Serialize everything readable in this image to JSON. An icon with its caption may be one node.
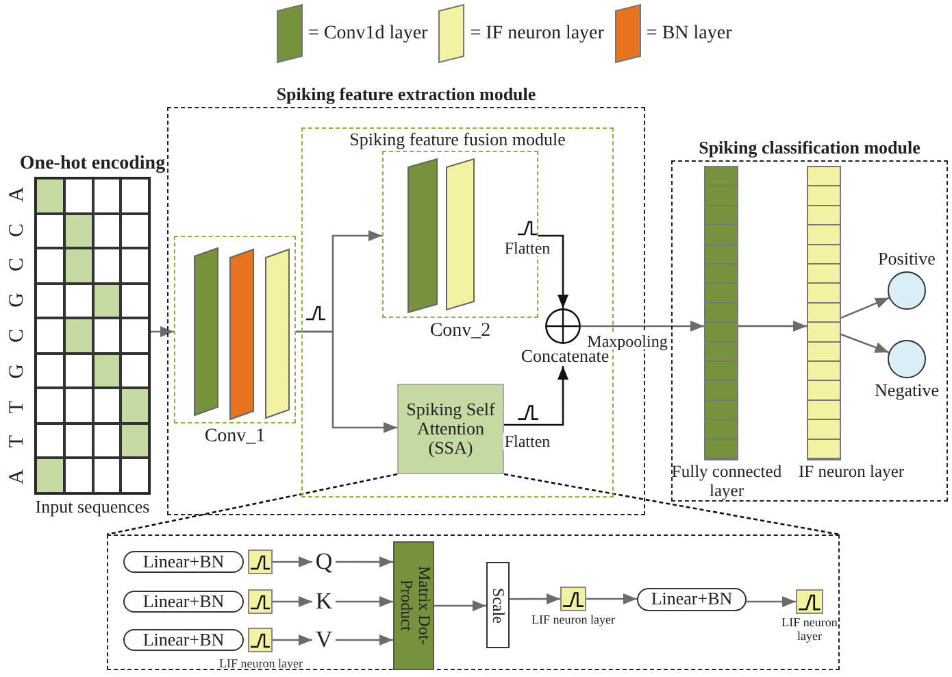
{
  "diagram": {
    "nodes": [
      {
        "text": [
          "Spiking feature extraction module"
        ]
      },
      {
        "text": [
          "Spiking feature fusion module"
        ],
        "in": 0
      },
      {
        "text": [
          "Conv_1"
        ],
        "in": 0
      },
      {
        "text": [
          "Conv_2"
        ],
        "in": 1
      },
      {
        "text": [
          "Spiking Self Attention (SSA)"
        ],
        "in": 1
      },
      {
        "text": [
          "Concatenate"
        ],
        "in": 1
      },
      {
        "text": [
          "One-hot encoding",
          "Input sequences"
        ]
      },
      {
        "text": [
          "Spiking classification module"
        ]
      },
      {
        "text": [
          "Fully connected layer"
        ],
        "in": 7
      },
      {
        "text": [
          "IF neuron layer"
        ],
        "in": 7
      },
      {
        "text": [
          "Positive"
        ],
        "in": 7
      },
      {
        "text": [
          "Negative"
        ],
        "in": 7
      },
      {
        "text": [],
        "shape": "box"
      },
      {
        "text": [
          "Linear+BN"
        ],
        "in": 12
      },
      {
        "text": [
          "Linear+BN"
        ],
        "in": 12
      },
      {
        "text": [
          "Linear+BN"
        ],
        "in": 12
      },
      {
        "text": [],
        "shape": "box",
        "in": 12
      },
      {
        "text": [],
        "shape": "box",
        "in": 12
      },
      {
        "text": [],
        "shape": "box",
        "in": 12
      },
      {
        "text": [
          "Q"
        ],
        "in": 12
      },
      {
        "text": [
          "K"
        ],
        "in": 12
      },
      {
        "text": [
          "V"
        ],
        "in": 12
      },
      {
        "text": [
          "Matrix Dot-Product"
        ],
        "in": 12
      },
      {
        "text": [
          "Scale"
        ],
        "in": 12
      },
      {
        "text": [],
        "shape": "box",
        "in": 12,
        "beside": [
          "LIF neuron layer"
        ]
      },
      {
        "text": [
          "Linear+BN"
        ],
        "in": 12
      },
      {
        "text": [],
        "shape": "box",
        "in": 12,
        "beside": [
          "LIF neuron layer"
        ]
      }
    ],
    "edges": [
      {
        "from": 6,
        "to": 2,
        "arrow": "to"
      },
      {
        "from": 2,
        "to": 3,
        "arrow": "to"
      },
      {
        "from": 2,
        "to": 4,
        "arrow": "to"
      },
      {
        "from": 3,
        "to": 5,
        "arrow": "to",
        "label": "Flatten",
        "color": "#111111"
      },
      {
        "from": 4,
        "to": 5,
        "arrow": "to",
        "label": "Flatten",
        "color": "#111111"
      },
      {
        "from": 5,
        "to": 8,
        "arrow": "to",
        "label": "Maxpooling"
      },
      {
        "from": 8,
        "to": 9,
        "arrow": "to"
      },
      {
        "from": 9,
        "to": 10,
        "arrow": "to"
      },
      {
        "from": 9,
        "to": 11,
        "arrow": "to"
      },
      {
        "from": 4,
        "to": 12,
        "arrow": "none",
        "style": "dashed",
        "color": "#111111"
      },
      {
        "from": 4,
        "to": 12,
        "arrow": "none",
        "style": "dashed",
        "color": "#111111"
      },
      {
        "from": 16,
        "to": 19,
        "arrow": "to"
      },
      {
        "from": 17,
        "to": 20,
        "arrow": "to"
      },
      {
        "from": 18,
        "to": 21,
        "arrow": "to"
      },
      {
        "from": 19,
        "to": 22,
        "arrow": "to"
      },
      {
        "from": 20,
        "to": 22,
        "arrow": "to"
      },
      {
        "from": 21,
        "to": 22,
        "arrow": "to"
      },
      {
        "from": 22,
        "to": 23,
        "arrow": "to"
      },
      {
        "from": 23,
        "to": 24,
        "arrow": "to"
      },
      {
        "from": 24,
        "to": 25,
        "arrow": "to"
      },
      {
        "from": 25,
        "to": 26,
        "arrow": "to"
      }
    ],
    "labels": [
      "A",
      "C",
      "C",
      "G",
      "C",
      "G",
      "T",
      "T",
      "A",
      "LIF neuron layer"
    ],
    "legend": [
      {
        "text": "= Conv1d layer",
        "color": "#76923c"
      },
      {
        "text": "= IF neuron layer",
        "color": "#f2f2a2"
      },
      {
        "text": "= BN layer",
        "color": "#e8731f"
      }
    ]
  }
}
